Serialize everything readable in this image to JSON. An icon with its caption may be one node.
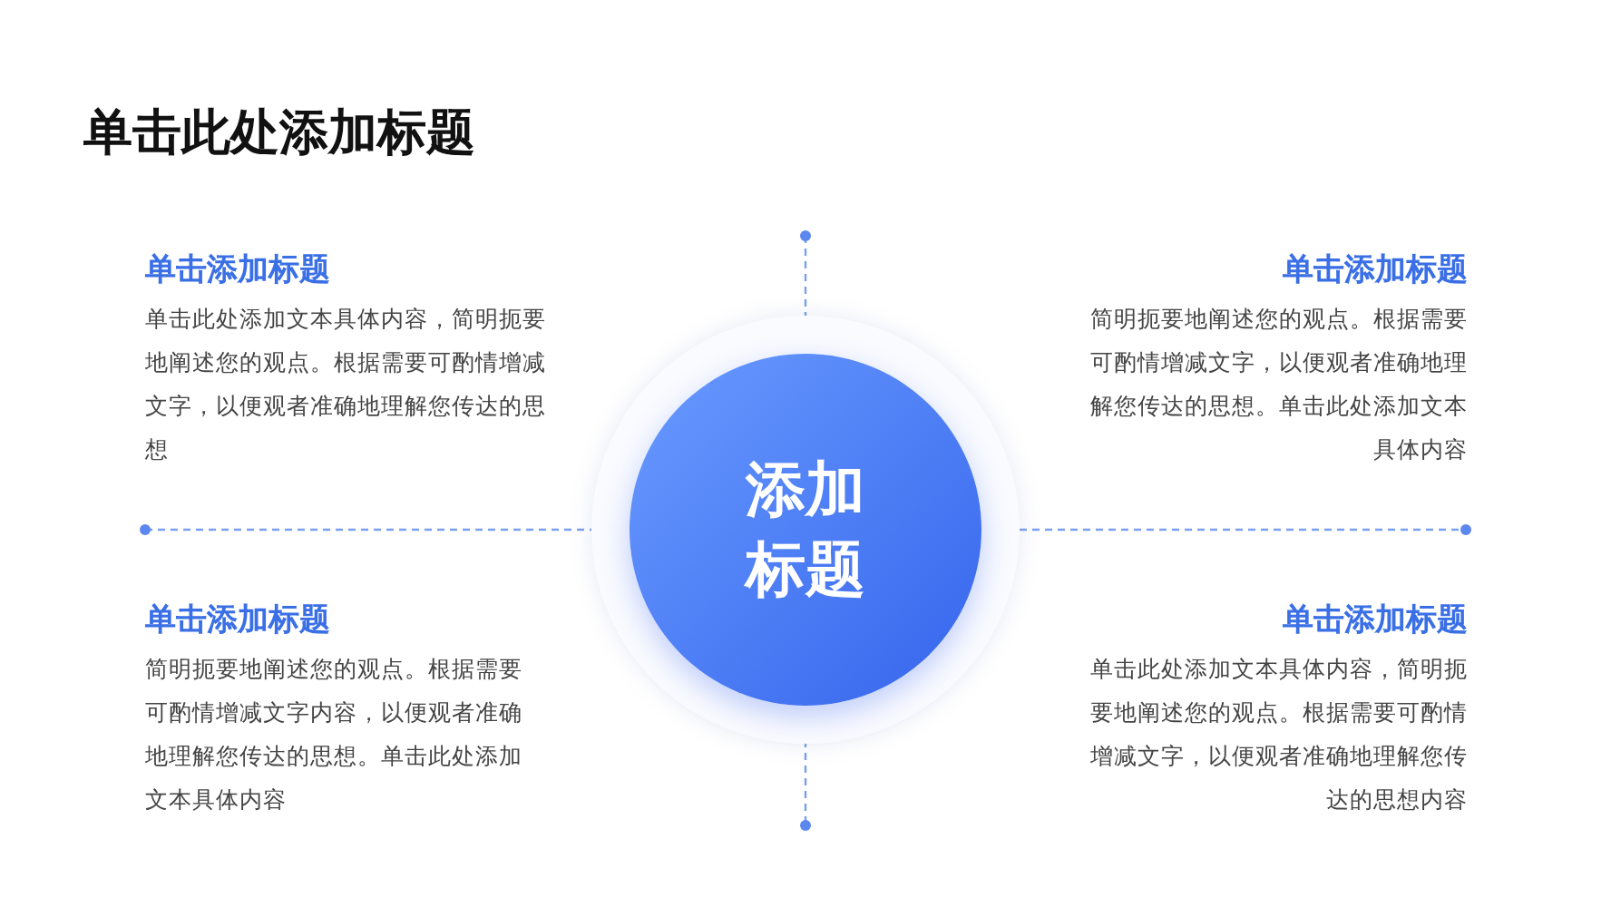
{
  "diagram": {
    "title": "单击此处添加标题",
    "nodes": [
      {
        "text": [
          "添加标题"
        ]
      }
    ],
    "edges": [],
    "labels": [
      "单击添加标题",
      "单击此处添加文本具体内容，简明扼要地阐述您的观点。根据需要可酌情增减文字，以便观者准确地理解您传达的思想",
      "单击添加标题",
      "简明扼要地阐述您的观点。根据需要可酌情增减文字，以便观者准确地理解您传达的思想。单击此处添加文本具体内容",
      "单击添加标题",
      "简明扼要地阐述您的观点。根据需要可酌情增减文字内容，以便观者准确地理解您传达的思想。单击此处添加文本具体内容",
      "单击添加标题",
      "单击此处添加文本具体内容，简明扼要地阐述您的观点。根据需要可酌情增减文字，以便观者准确地理解您传达的思想内容"
    ]
  }
}
